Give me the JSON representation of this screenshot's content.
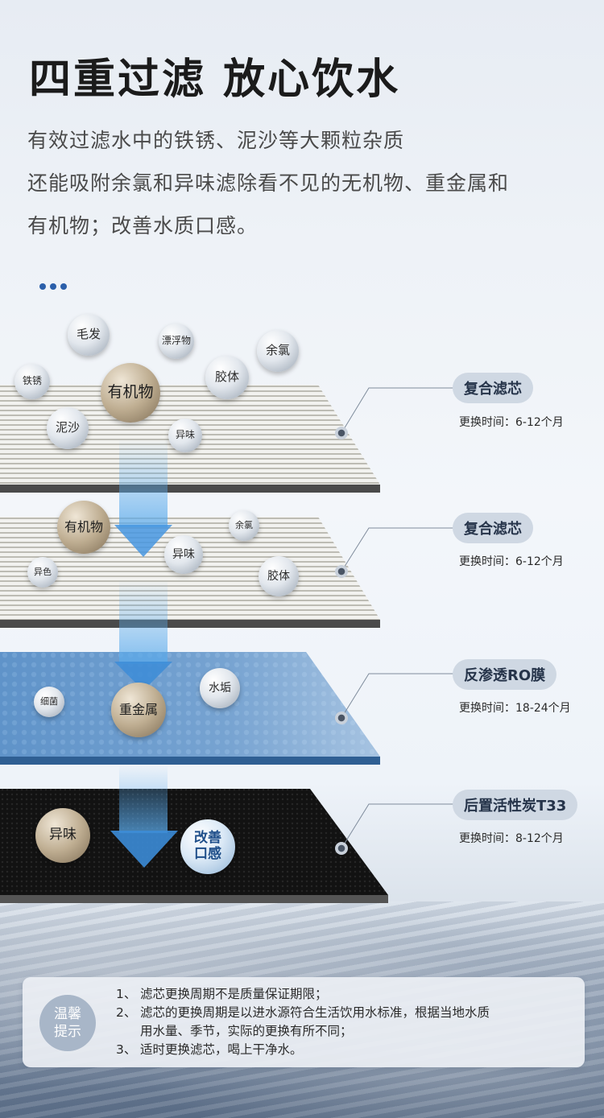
{
  "headline": "四重过滤  放心饮水",
  "intro_lines": [
    "有效过滤水中的铁锈、泥沙等大颗粒杂质",
    "还能吸附余氯和异味滤除看不见的无机物、重金属和",
    "有机物；改善水质口感。"
  ],
  "filters": [
    {
      "name": "复合滤芯",
      "life": "更换时间：6-12个月"
    },
    {
      "name": "复合滤芯",
      "life": "更换时间：6-12个月"
    },
    {
      "name": "反渗透RO膜",
      "life": "更换时间：18-24个月"
    },
    {
      "name": "后置活性炭T33",
      "life": "更换时间：8-12个月"
    }
  ],
  "particles": {
    "layer1": [
      "毛发",
      "漂浮物",
      "余氯",
      "胶体",
      "铁锈",
      "有机物",
      "泥沙",
      "异味"
    ],
    "layer2": [
      "有机物",
      "余氯",
      "异味",
      "异色",
      "胶体"
    ],
    "layer3": [
      "水垢",
      "细菌",
      "重金属"
    ],
    "layer4": [
      "异味",
      "改善",
      "口感"
    ]
  },
  "tips": {
    "badge_line1": "温馨",
    "badge_line2": "提示",
    "items": [
      {
        "num": "1、",
        "text": "滤芯更换周期不是质量保证期限；"
      },
      {
        "num": "2、",
        "text": "滤芯的更换周期是以进水源符合生活饮用水标准，根据当地水质"
      },
      {
        "num": "",
        "text": "用水量、季节，实际的更换有所不同；"
      },
      {
        "num": "3、",
        "text": "适时更换滤芯，喝上干净水。"
      }
    ]
  },
  "colors": {
    "title": "#1b1b1b",
    "water_flow": "#3f8fd6",
    "ro_membrane": "#5a8fc4",
    "carbon": "#111111",
    "tag_bg": "#cfd8e3"
  },
  "icons": [
    "more-dots-icon",
    "down-arrow-icon"
  ]
}
